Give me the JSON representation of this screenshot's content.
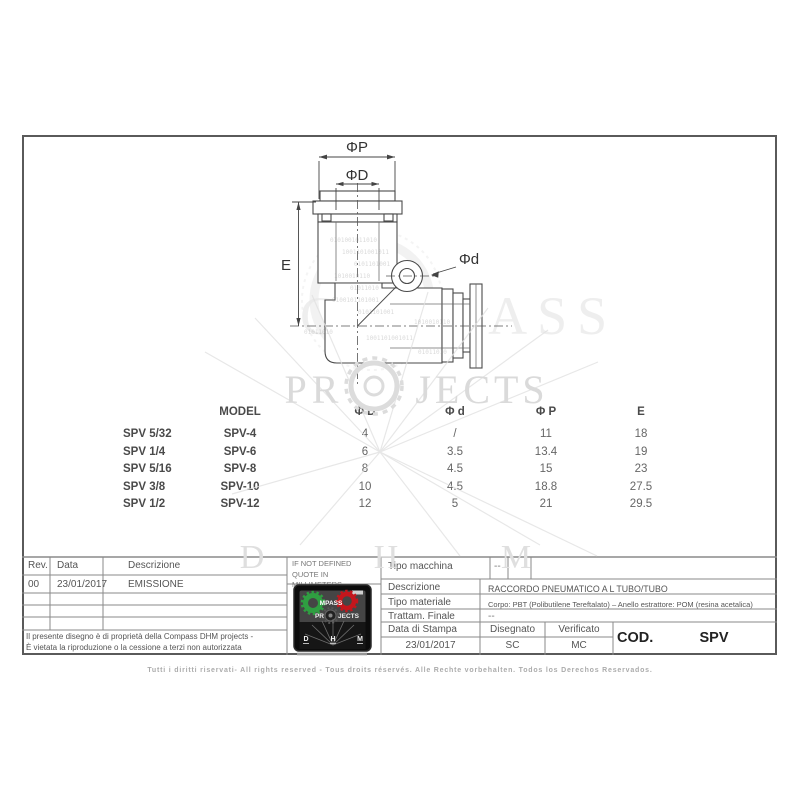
{
  "drawing": {
    "dim_top": "ΦP",
    "dim_mid": "ΦD",
    "dim_left": "E",
    "dim_side": "Φd"
  },
  "watermark": {
    "word_top": "COMPASS",
    "word_left": "PR",
    "word_right": "JECTS",
    "letter_d": "D",
    "letter_h": "H",
    "letter_m": "M",
    "binary": [
      "0101001011010",
      "1001101001011",
      "0101101001",
      "1010010110",
      "01011010",
      "0100101101001"
    ]
  },
  "spec_table": {
    "headers": [
      "",
      "MODEL",
      "Φ D",
      "Φ d",
      "Φ P",
      "E"
    ],
    "rows": [
      [
        "SPV 5/32",
        "SPV-4",
        "4",
        "/",
        "11",
        "18"
      ],
      [
        "SPV 1/4",
        "SPV-6",
        "6",
        "3.5",
        "13.4",
        "19"
      ],
      [
        "SPV 5/16",
        "SPV-8",
        "8",
        "4.5",
        "15",
        "23"
      ],
      [
        "SPV 3/8",
        "SPV-10",
        "10",
        "4.5",
        "18.8",
        "27.5"
      ],
      [
        "SPV 1/2",
        "SPV-12",
        "12",
        "5",
        "21",
        "29.5"
      ]
    ]
  },
  "title_block": {
    "rev_header": "Rev.",
    "date_header": "Data",
    "desc_header": "Descrizione",
    "rev": "00",
    "date": "23/01/2017",
    "desc": "EMISSIONE",
    "units_note": "IF NOT DEFINED QUOTE IN MILLIMETERS",
    "machine_label": "Tipo macchina",
    "machine_value": "--",
    "description_label": "Descrizione",
    "description_value": "RACCORDO PNEUMATICO A L TUBO/TUBO",
    "material_label": "Tipo materiale",
    "material_value": "Corpo: PBT (Polibutilene Tereftalato) – Anello estrattore: POM (resina acetalica)",
    "finish_label": "Trattam. Finale",
    "finish_value": "--",
    "print_date_label": "Data di Stampa",
    "drawn_label": "Disegnato",
    "checked_label": "Verificato",
    "print_date_value": "23/01/2017",
    "drawn_value": "SC",
    "checked_value": "MC",
    "code_label": "COD.",
    "code_value": "SPV",
    "ownership_line1": "Il presente disegno è di proprietà della Compass DHM projects -",
    "ownership_line2": "È vietata la riproduzione o la cessione a terzi non autorizzata"
  },
  "logo": {
    "part1": "MPASS",
    "part2": "PR",
    "part3": "JECTS",
    "d": "D",
    "h": "H",
    "m": "M"
  },
  "footer": "Tutti i diritti riservati- All rights reserved - Tous droits réservés. Alle Rechte vorbehalten. Todos los Derechos Reservados.",
  "colors": {
    "line": "#4a4a4a",
    "grid": "#999999",
    "frame": "#5a5a5a",
    "logo_green": "#2f9e41",
    "logo_red": "#c4161c",
    "watermark": "#dddddd"
  }
}
